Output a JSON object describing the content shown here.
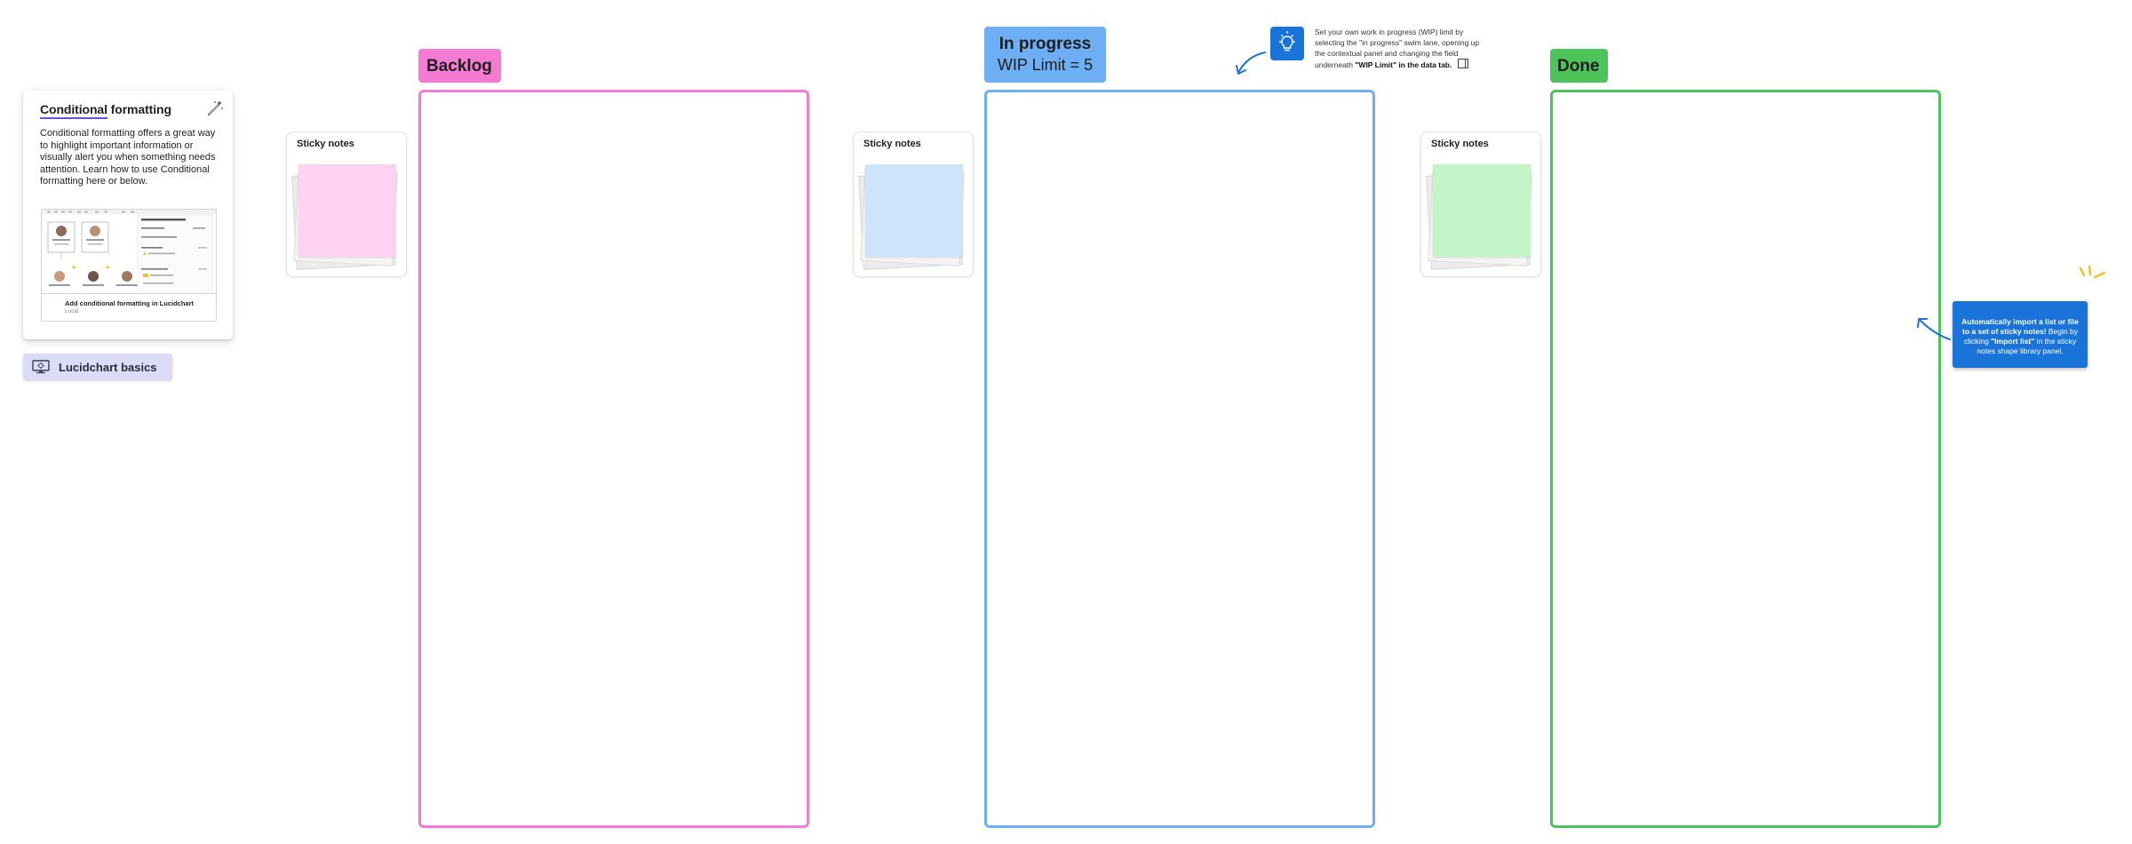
{
  "info_card": {
    "title_underlined": "Conditional",
    "title_rest": " formatting",
    "body": "Conditional formatting offers a great way to highlight important information or visually alert you when something needs attention. Learn how to use Conditional formatting here or below.",
    "video_title": "Add conditional formatting in Lucidchart",
    "video_source": "Lucid"
  },
  "basics_button": {
    "label": "Lucidchart basics"
  },
  "sticky_palettes": [
    {
      "label": "Sticky notes",
      "color": "#ffd2f3"
    },
    {
      "label": "Sticky notes",
      "color": "#cfe3fd"
    },
    {
      "label": "Sticky notes",
      "color": "#c2f5c8"
    }
  ],
  "lanes": {
    "backlog": {
      "title": "Backlog",
      "color": "#f57ad2"
    },
    "in_progress": {
      "title": "In progress",
      "wip": "WIP Limit = 5",
      "color": "#6eaef5"
    },
    "done": {
      "title": "Done",
      "color": "#4cc459"
    }
  },
  "wip_tip": {
    "text": "Set your own work in progress (WIP) limit by selecting the \"in progress\" swim lane, opening up the contextual panel and changing the field underneath",
    "bold": "\"WIP Limit\" in the data tab."
  },
  "import_tip": {
    "bold_1": "Automatically import a list or file to a set of sticky notes!",
    "text_1": " Begin by clicking ",
    "bold_2": "\"Import list\"",
    "text_2": " in the sticky notes shape library panel."
  },
  "icons": [
    "magic-wand-icon",
    "monitor-icon",
    "lightbulb-icon",
    "panel-icon"
  ],
  "accent": "#1a73d9"
}
